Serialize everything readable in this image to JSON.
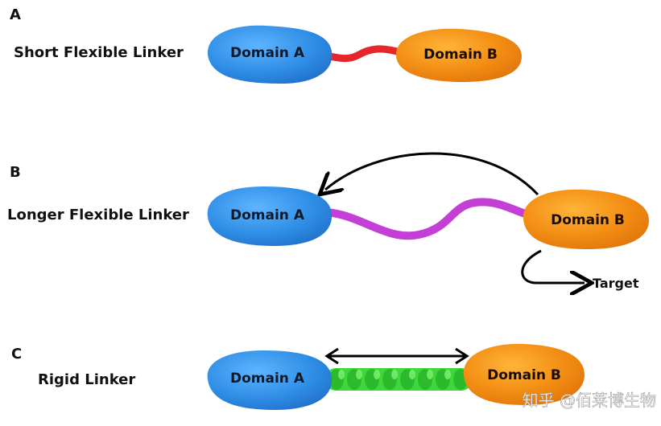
{
  "panels": {
    "a": {
      "letter": "A",
      "title": "Short Flexible Linker",
      "domain_a": "Domain A",
      "domain_b": "Domain B",
      "linker_color": "#e5262b"
    },
    "b": {
      "letter": "B",
      "title": "Longer Flexible Linker",
      "domain_a": "Domain A",
      "domain_b": "Domain B",
      "target": "Target",
      "linker_color": "#c43fd6"
    },
    "c": {
      "letter": "C",
      "title": "Rigid Linker",
      "domain_a": "Domain A",
      "domain_b": "Domain B",
      "linker_color": "#3fd83a"
    }
  },
  "colors": {
    "domain_a": "#2f8ee6",
    "domain_b": "#f38f14",
    "arrow": "#000000"
  },
  "watermark": "知乎 @佰莱博生物"
}
